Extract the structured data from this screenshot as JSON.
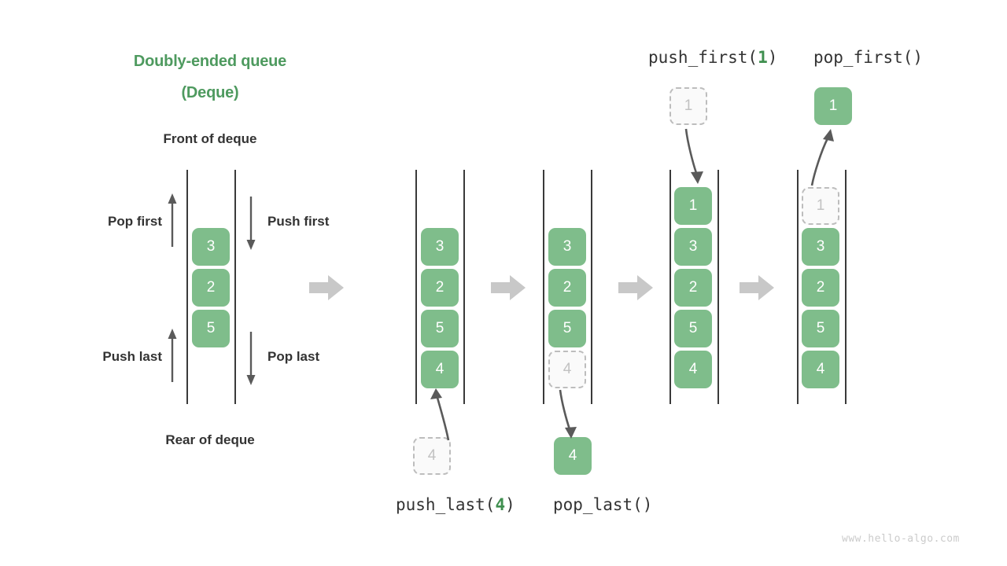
{
  "meta": {
    "title_line1": "Doubly-ended queue",
    "title_line2": "(Deque)",
    "front_label": "Front of deque",
    "rear_label": "Rear of deque",
    "watermark": "www.hello-algo.com",
    "accent_green": "#4e9a5f",
    "cell_green": "#7fbd8b",
    "ghost_gray": "#c2c2c2",
    "arrow_gray": "#c8c8c8",
    "text_dark": "#333333"
  },
  "legend": {
    "pop_first": "Pop first",
    "push_first": "Push first",
    "push_last": "Push last",
    "pop_last": "Pop last"
  },
  "operations": {
    "push_last": {
      "name": "push_last(",
      "arg": "4",
      "close": ")"
    },
    "pop_last": {
      "name": "pop_last()"
    },
    "push_first": {
      "name": "push_first(",
      "arg": "1",
      "close": ")"
    },
    "pop_first": {
      "name": "pop_first()"
    }
  },
  "panels": [
    {
      "id": "initial",
      "cells": [
        {
          "value": "3",
          "state": "solid"
        },
        {
          "value": "2",
          "state": "solid"
        },
        {
          "value": "5",
          "state": "solid"
        }
      ]
    },
    {
      "id": "after-push-last",
      "cells": [
        {
          "value": "3",
          "state": "solid"
        },
        {
          "value": "2",
          "state": "solid"
        },
        {
          "value": "5",
          "state": "solid"
        },
        {
          "value": "4",
          "state": "solid"
        }
      ],
      "floating": {
        "value": "4",
        "state": "ghost",
        "position": "below"
      }
    },
    {
      "id": "after-pop-last",
      "cells": [
        {
          "value": "3",
          "state": "solid"
        },
        {
          "value": "2",
          "state": "solid"
        },
        {
          "value": "5",
          "state": "solid"
        },
        {
          "value": "4",
          "state": "ghost"
        }
      ],
      "floating": {
        "value": "4",
        "state": "solid",
        "position": "below"
      }
    },
    {
      "id": "after-push-first",
      "cells": [
        {
          "value": "1",
          "state": "solid"
        },
        {
          "value": "3",
          "state": "solid"
        },
        {
          "value": "2",
          "state": "solid"
        },
        {
          "value": "5",
          "state": "solid"
        },
        {
          "value": "4",
          "state": "solid"
        }
      ],
      "floating": {
        "value": "1",
        "state": "ghost",
        "position": "above"
      }
    },
    {
      "id": "after-pop-first",
      "cells": [
        {
          "value": "1",
          "state": "ghost"
        },
        {
          "value": "3",
          "state": "solid"
        },
        {
          "value": "2",
          "state": "solid"
        },
        {
          "value": "5",
          "state": "solid"
        },
        {
          "value": "4",
          "state": "solid"
        }
      ],
      "floating": {
        "value": "1",
        "state": "solid",
        "position": "above"
      }
    }
  ]
}
